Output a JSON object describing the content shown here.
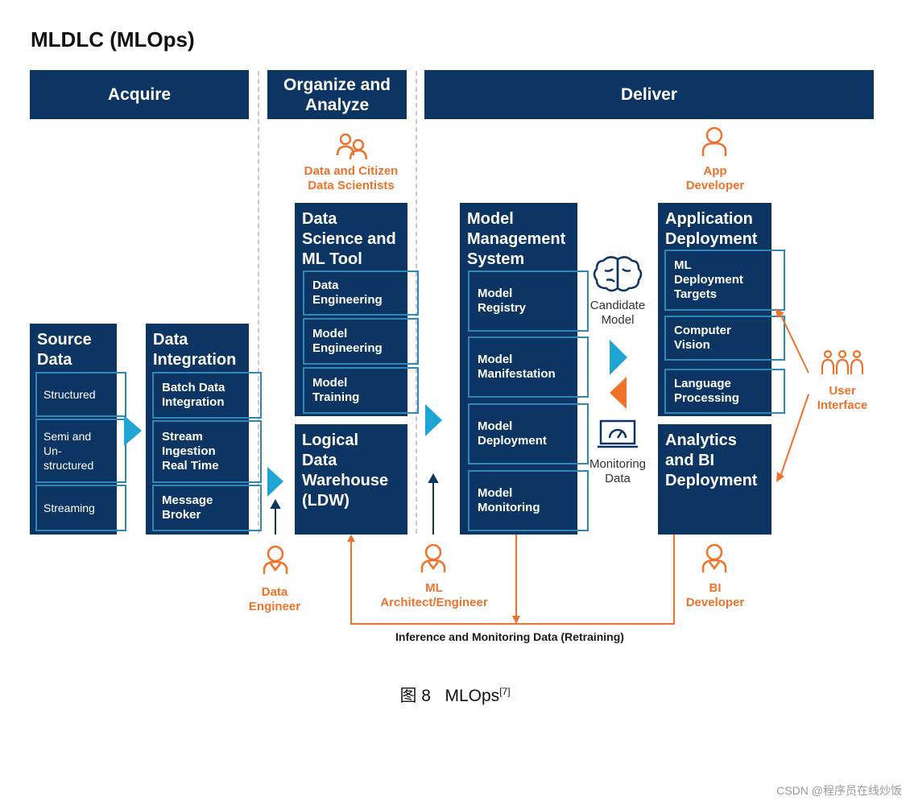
{
  "title": "MLDLC (MLOps)",
  "colors": {
    "navy": "#0d3563",
    "orange": "#f0722a",
    "cyan": "#1fa4d6",
    "sub_border": "#2f87b8"
  },
  "phases": {
    "acquire": "Acquire",
    "organize": "Organize and\nAnalyze",
    "deliver": "Deliver"
  },
  "roles": {
    "data_scientists": "Data and Citizen\nData Scientists",
    "app_developer": "App\nDeveloper",
    "user_interface": "User\nInterface",
    "data_engineer": "Data\nEngineer",
    "ml_architect": "ML\nArchitect/Engineer",
    "bi_developer": "BI\nDeveloper"
  },
  "boxes": {
    "source_data": {
      "title": "Source\nData",
      "items": [
        "Structured",
        "Semi and\nUn-\nstructured",
        "Streaming"
      ]
    },
    "data_integration": {
      "title": "Data\nIntegration",
      "items": [
        "Batch Data\nIntegration",
        "Stream\nIngestion\nReal Time",
        "Message\nBroker"
      ]
    },
    "ds_ml_tool": {
      "title": "Data\nScience and\nML Tool",
      "items": [
        "Data\nEngineering",
        "Model\nEngineering",
        "Model\nTraining"
      ]
    },
    "ldw": {
      "title": "Logical\nData\nWarehouse\n(LDW)"
    },
    "model_mgmt": {
      "title": "Model\nManagement\nSystem",
      "items": [
        "Model\nRegistry",
        "Model\nManifestation",
        "Model\nDeployment",
        "Model\nMonitoring"
      ]
    },
    "app_deploy": {
      "title": "Application\nDeployment",
      "items": [
        "ML\nDeployment\nTargets",
        "Computer\nVision",
        "Language\nProcessing"
      ]
    },
    "analytics": {
      "title": "Analytics\nand BI\nDeployment"
    }
  },
  "labels": {
    "candidate_model": "Candidate\nModel",
    "monitoring_data": "Monitoring\nData",
    "retraining": "Inference and Monitoring Data (Retraining)"
  },
  "caption": {
    "fig": "图 8",
    "name": "MLOps",
    "ref": "[7]"
  },
  "watermark": "CSDN @程序员在线炒饭"
}
